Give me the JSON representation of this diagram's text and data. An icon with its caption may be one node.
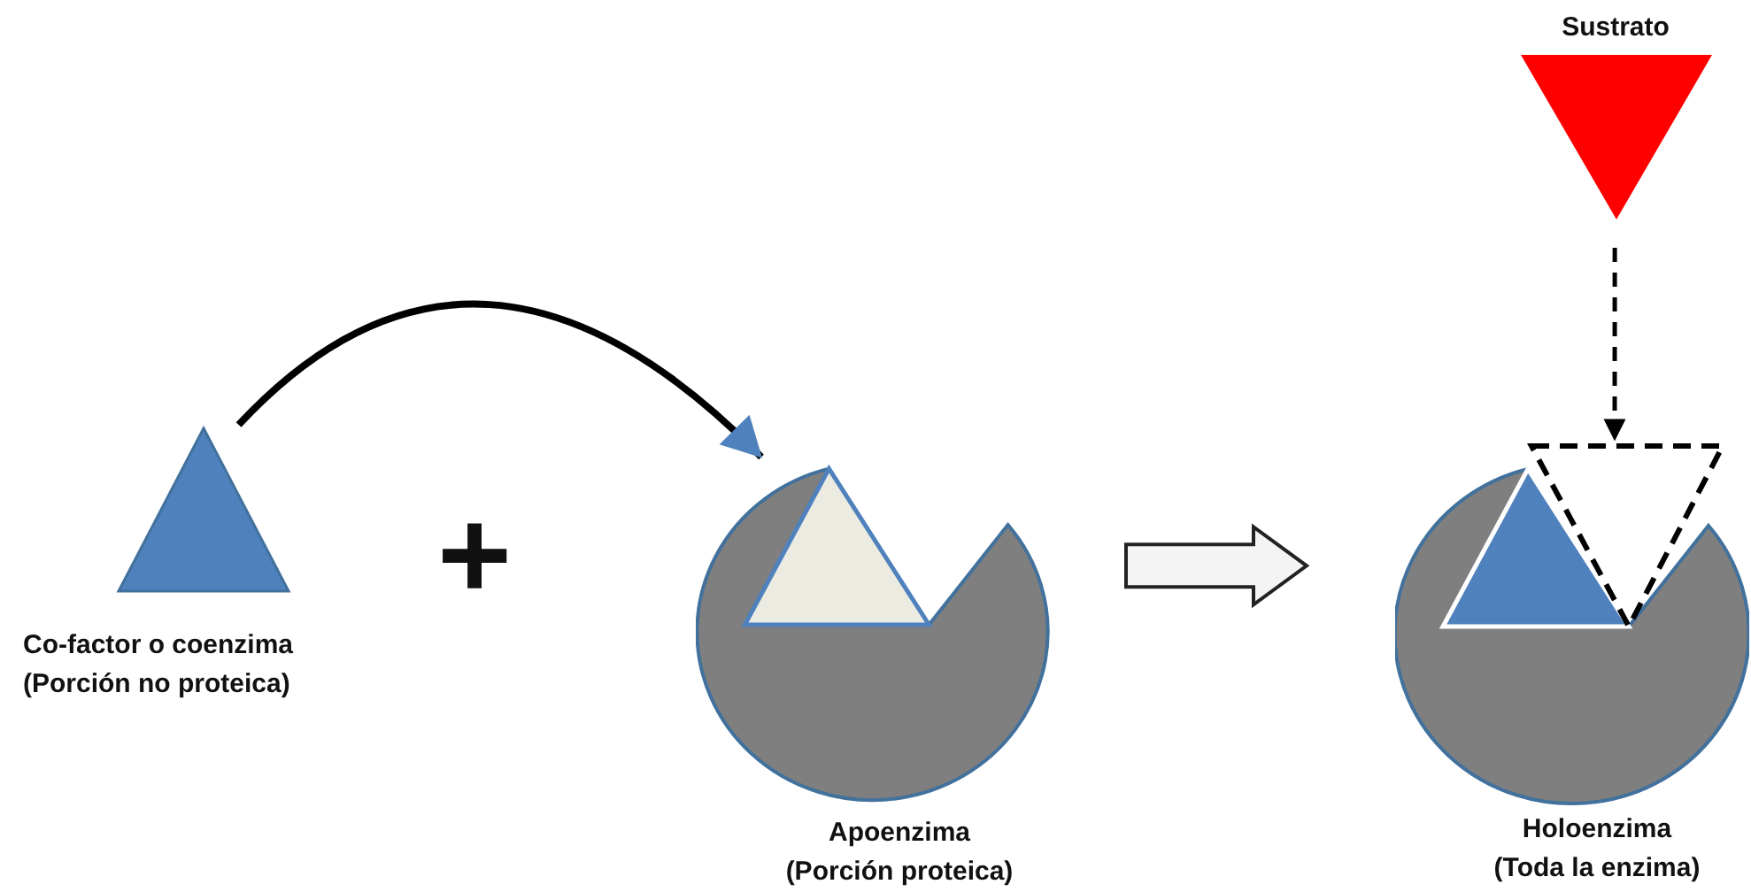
{
  "diagram": {
    "nodes": [
      {
        "text": [
          "Co-factor o coenzima",
          "(Porción no proteica)"
        ]
      },
      {
        "text": [
          "Apoenzima",
          "(Porción proteica)"
        ]
      },
      {
        "text": [
          "Holoenzima",
          "(Toda la enzima)"
        ]
      },
      {
        "text": [
          "Sustrato"
        ]
      }
    ],
    "edges": [
      {
        "from": 0,
        "to": 1,
        "arrow": "to"
      },
      {
        "from": 1,
        "to": 2,
        "arrow": "to",
        "style": "thick"
      },
      {
        "from": 3,
        "to": 2,
        "arrow": "to",
        "style": "dashed"
      }
    ],
    "labels": [
      "+"
    ]
  }
}
